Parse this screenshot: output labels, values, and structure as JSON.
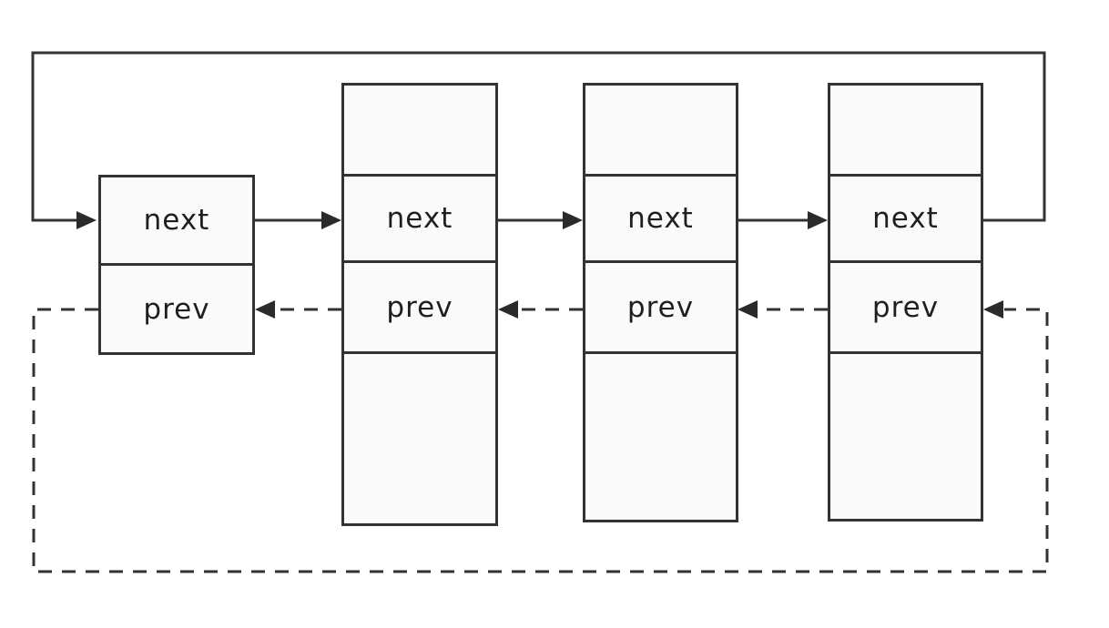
{
  "diagram": {
    "kind": "circular-doubly-linked-list",
    "colors": {
      "line": "#333333",
      "cell_fill": "#fbfafa",
      "background": "#ffffff",
      "text": "#1f1f1f",
      "arrowhead": "#2b2b2b"
    },
    "nodes": [
      {
        "cells": [
          "next",
          "prev"
        ]
      },
      {
        "cells": [
          "",
          "next",
          "prev",
          ""
        ]
      },
      {
        "cells": [
          "",
          "next",
          "prev",
          ""
        ]
      },
      {
        "cells": [
          "",
          "next",
          "prev",
          ""
        ]
      }
    ],
    "edges": {
      "next_style": "solid",
      "prev_style": "dashed",
      "next_links": [
        "node1-to-node2",
        "node2-to-node3",
        "node3-to-node4",
        "node4-loop-over-top-to-node1"
      ],
      "prev_links": [
        "node2-to-node1",
        "node3-to-node2",
        "node4-to-node3",
        "node1-loop-around-bottom-to-node4"
      ]
    }
  }
}
